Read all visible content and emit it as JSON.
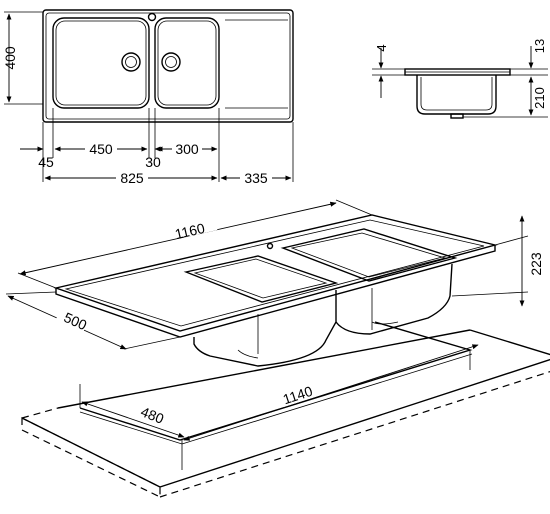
{
  "top_view": {
    "height": "400",
    "left_margin": "45",
    "bowl1_width": "450",
    "gap": "30",
    "bowl2_width": "300",
    "bowls_total": "825",
    "drainer": "335"
  },
  "side_view": {
    "rim": "4",
    "top": "13",
    "depth": "210"
  },
  "iso_view": {
    "length": "1160",
    "depth": "500",
    "height": "223",
    "cutout_length": "1140",
    "cutout_depth": "480"
  },
  "colors": {
    "line": "#000000",
    "background": "#ffffff"
  }
}
